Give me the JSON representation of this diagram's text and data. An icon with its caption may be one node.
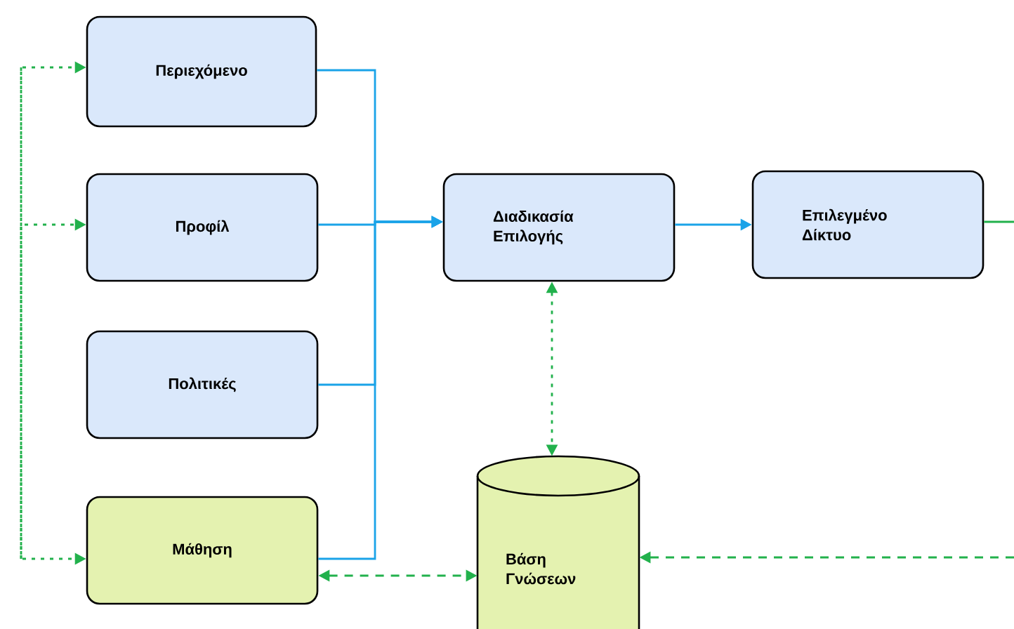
{
  "diagram": {
    "nodes": [
      {
        "text": [
          "Περιεχόμενο"
        ]
      },
      {
        "text": [
          "Προφίλ"
        ]
      },
      {
        "text": [
          "Πολιτικές"
        ]
      },
      {
        "text": [
          "Μάθηση"
        ]
      },
      {
        "text": [
          "Διαδικασία Επιλογής"
        ]
      },
      {
        "text": [
          "Επιλεγμένο Δίκτυο"
        ]
      },
      {
        "text": [
          "Βάση Γνώσεων"
        ]
      }
    ],
    "edges": [
      {
        "from": 0,
        "to": 4,
        "arrow": "to",
        "color": "#1aa3e8"
      },
      {
        "from": 1,
        "to": 4,
        "arrow": "to",
        "color": "#1aa3e8"
      },
      {
        "from": 2,
        "to": 4,
        "arrow": "to",
        "color": "#1aa3e8"
      },
      {
        "from": 3,
        "to": 4,
        "arrow": "to",
        "color": "#1aa3e8"
      },
      {
        "from": 4,
        "to": 5,
        "arrow": "to",
        "color": "#1aa3e8"
      },
      {
        "from": 5,
        "to": null,
        "arrow": "none",
        "color": "#22b14c"
      },
      {
        "from": null,
        "to": 0,
        "arrow": "to",
        "style": "dashed",
        "color": "#22b14c"
      },
      {
        "from": null,
        "to": 1,
        "arrow": "to",
        "style": "dashed",
        "color": "#22b14c"
      },
      {
        "from": null,
        "to": 3,
        "arrow": "to",
        "style": "dashed",
        "color": "#22b14c"
      },
      {
        "from": 4,
        "to": 6,
        "arrow": "both",
        "style": "dashed",
        "color": "#22b14c"
      },
      {
        "from": 3,
        "to": 6,
        "arrow": "both",
        "style": "dashed",
        "color": "#22b14c"
      },
      {
        "from": null,
        "to": 6,
        "arrow": "to",
        "style": "dashed",
        "color": "#22b14c"
      }
    ]
  }
}
